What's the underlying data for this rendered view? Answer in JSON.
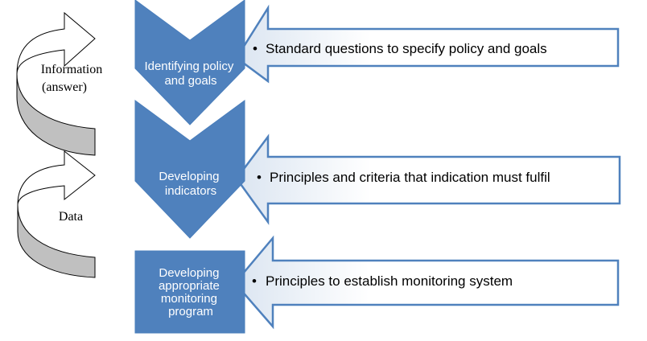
{
  "colors": {
    "step_fill": "#4F81BD",
    "step_border": "#4A7EBB",
    "arrow_border": "#4F81BD",
    "curved_back": "#C0C0C0",
    "curved_outline": "#000000"
  },
  "steps": [
    {
      "lines": [
        "Identifying policy",
        "and goals"
      ]
    },
    {
      "lines": [
        "Developing",
        "indicators"
      ]
    },
    {
      "lines": [
        "Developing",
        "appropriate",
        "monitoring",
        "program"
      ]
    }
  ],
  "details": [
    {
      "bullet": "•",
      "text": "Standard questions to specify policy and goals"
    },
    {
      "bullet": "•",
      "text": "Principles and criteria that indication must fulfil"
    },
    {
      "bullet": "•",
      "text": "Principles to establish monitoring system"
    }
  ],
  "feedback": [
    {
      "lines": [
        "Information",
        "(answer)"
      ],
      "icon": "curved-arrow-icon"
    },
    {
      "lines": [
        "Data"
      ],
      "icon": "curved-arrow-icon"
    }
  ]
}
